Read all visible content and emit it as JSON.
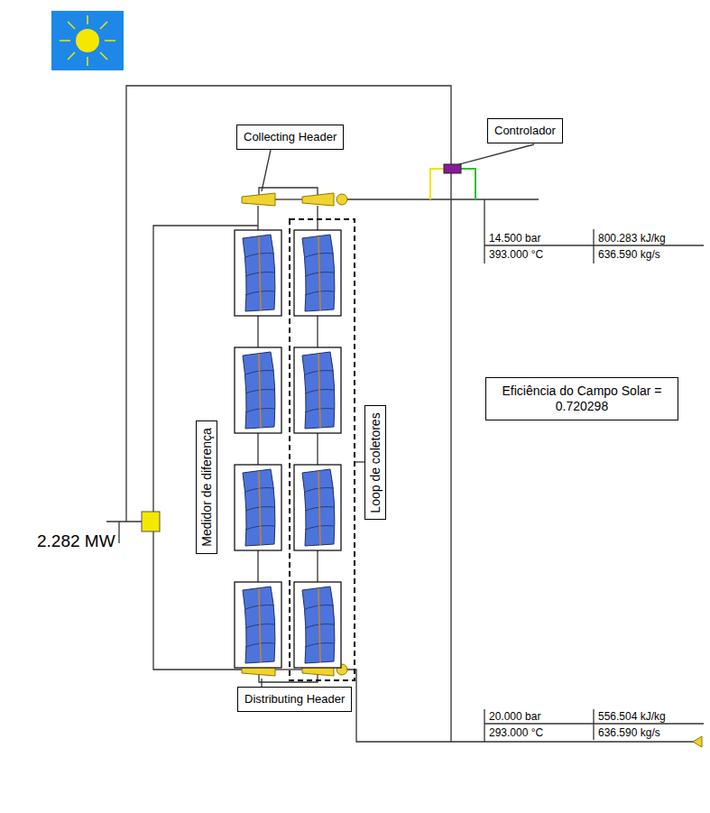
{
  "diagram": {
    "nodes": [
      {
        "text": [
          "Collecting Header"
        ]
      },
      {
        "text": [
          "Controlador"
        ]
      },
      {
        "text": [
          "Medidor de diferença"
        ]
      },
      {
        "text": [
          "Loop de coletores"
        ]
      },
      {
        "text": [
          "Eficiência do Campo Solar = 0.720298"
        ]
      },
      {
        "text": [
          "Distributing Header"
        ]
      }
    ],
    "labels": [
      "2.282 MW",
      "14.500 bar",
      "800.283 kJ/kg",
      "393.000 °C",
      "636.590 kg/s",
      "20.000 bar",
      "556.504 kJ/kg",
      "293.000 °C",
      "636.590 kg/s"
    ]
  }
}
